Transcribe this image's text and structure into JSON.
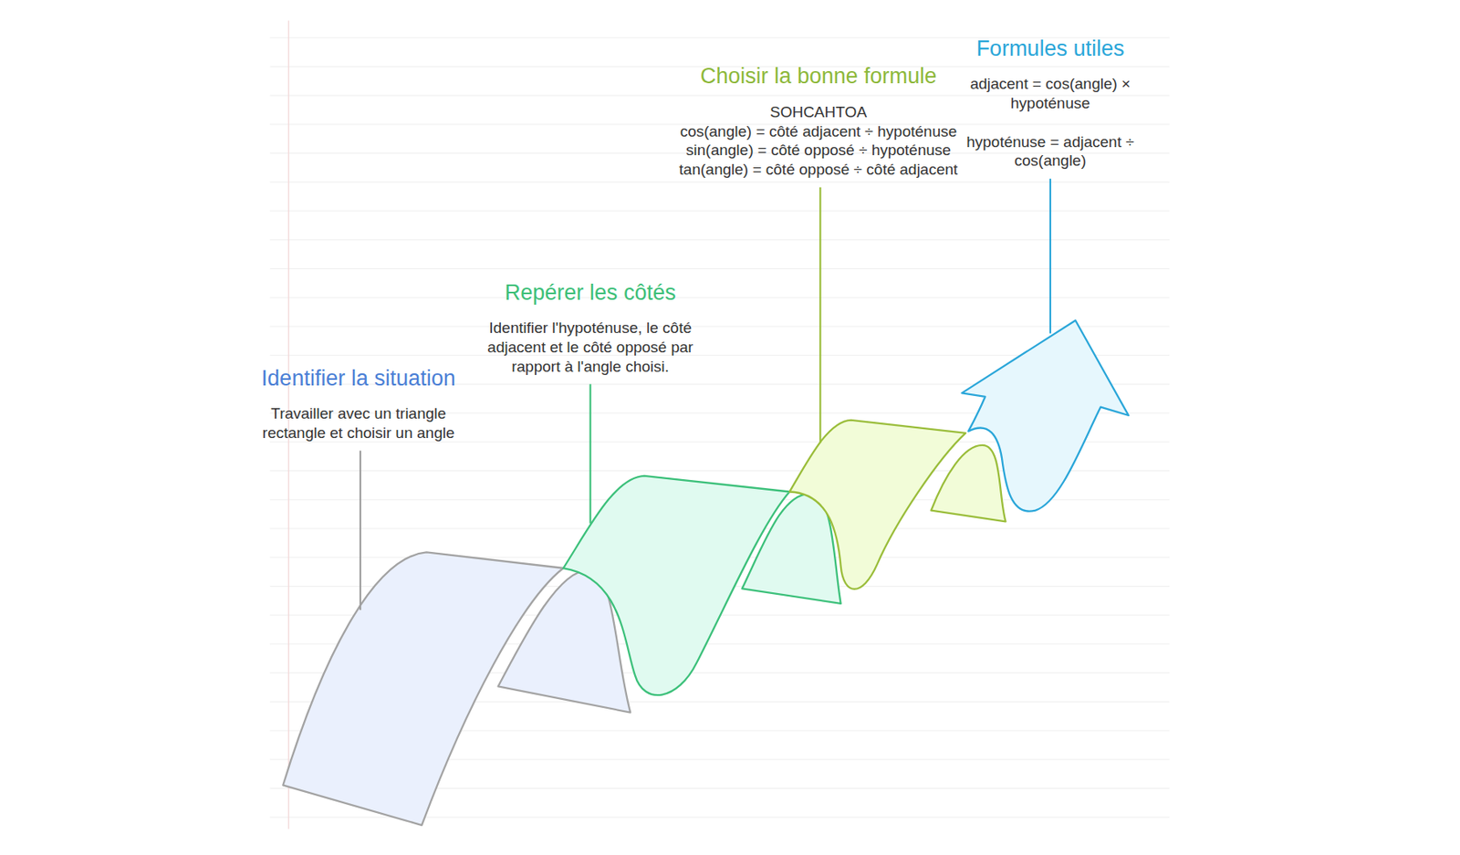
{
  "diagram": {
    "nodes": [
      {
        "text": [
          "Identifier la situation",
          "Travailler avec un triangle rectangle et choisir un angle"
        ]
      },
      {
        "text": [
          "Repérer les côtés",
          "Identifier l'hypoténuse, le côté adjacent et le côté opposé par rapport à l'angle choisi."
        ]
      },
      {
        "text": [
          "Choisir la bonne formule",
          "SOHCAHTOA",
          "cos(angle) = côté adjacent ÷ hypoténuse",
          "sin(angle) = côté opposé ÷ hypoténuse",
          "tan(angle) = côté opposé ÷ côté adjacent"
        ]
      },
      {
        "text": [
          "Formules utiles",
          "adjacent = cos(angle) × hypoténuse",
          "hypoténuse = adjacent ÷ cos(angle)"
        ]
      }
    ]
  }
}
